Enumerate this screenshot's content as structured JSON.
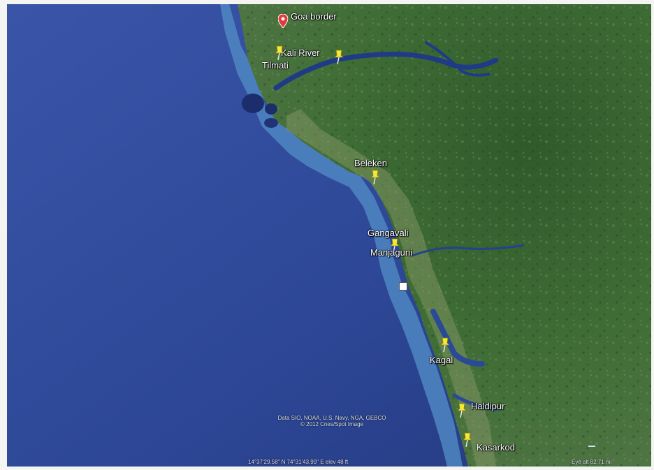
{
  "map": {
    "places": [
      {
        "name": "Goa border",
        "marker": "red-location-icon"
      },
      {
        "name": "Kali River",
        "marker": "yellow-pushpin-icon"
      },
      {
        "name": "Tilmati",
        "marker": "yellow-pushpin-icon"
      },
      {
        "name": "Beleken",
        "marker": "yellow-pushpin-icon"
      },
      {
        "name": "Gangavali",
        "marker": "yellow-pushpin-icon"
      },
      {
        "name": "Manjaguni",
        "marker": "yellow-pushpin-icon"
      },
      {
        "name": "Kagal",
        "marker": "yellow-pushpin-icon"
      },
      {
        "name": "Haldipur",
        "marker": "yellow-pushpin-icon"
      },
      {
        "name": "Kasarkod",
        "marker": "yellow-pushpin-icon"
      }
    ],
    "credits": {
      "line1": "Data SIO, NOAA, U.S. Navy, NGA, GEBCO",
      "line2": "© 2012 Cnes/Spot Image"
    },
    "status": {
      "coordinates": "14°37'29.58\" N  74°31'43.99\" E  elev    48 ft",
      "eye_alt": "Eye alt   82.71 mi"
    },
    "colors": {
      "ocean": "#2f4a9c",
      "land": "#3d6a33",
      "shallow_water": "#4e86c0",
      "pushpin": "#f4e83a",
      "location_marker": "#e23b3b"
    }
  }
}
